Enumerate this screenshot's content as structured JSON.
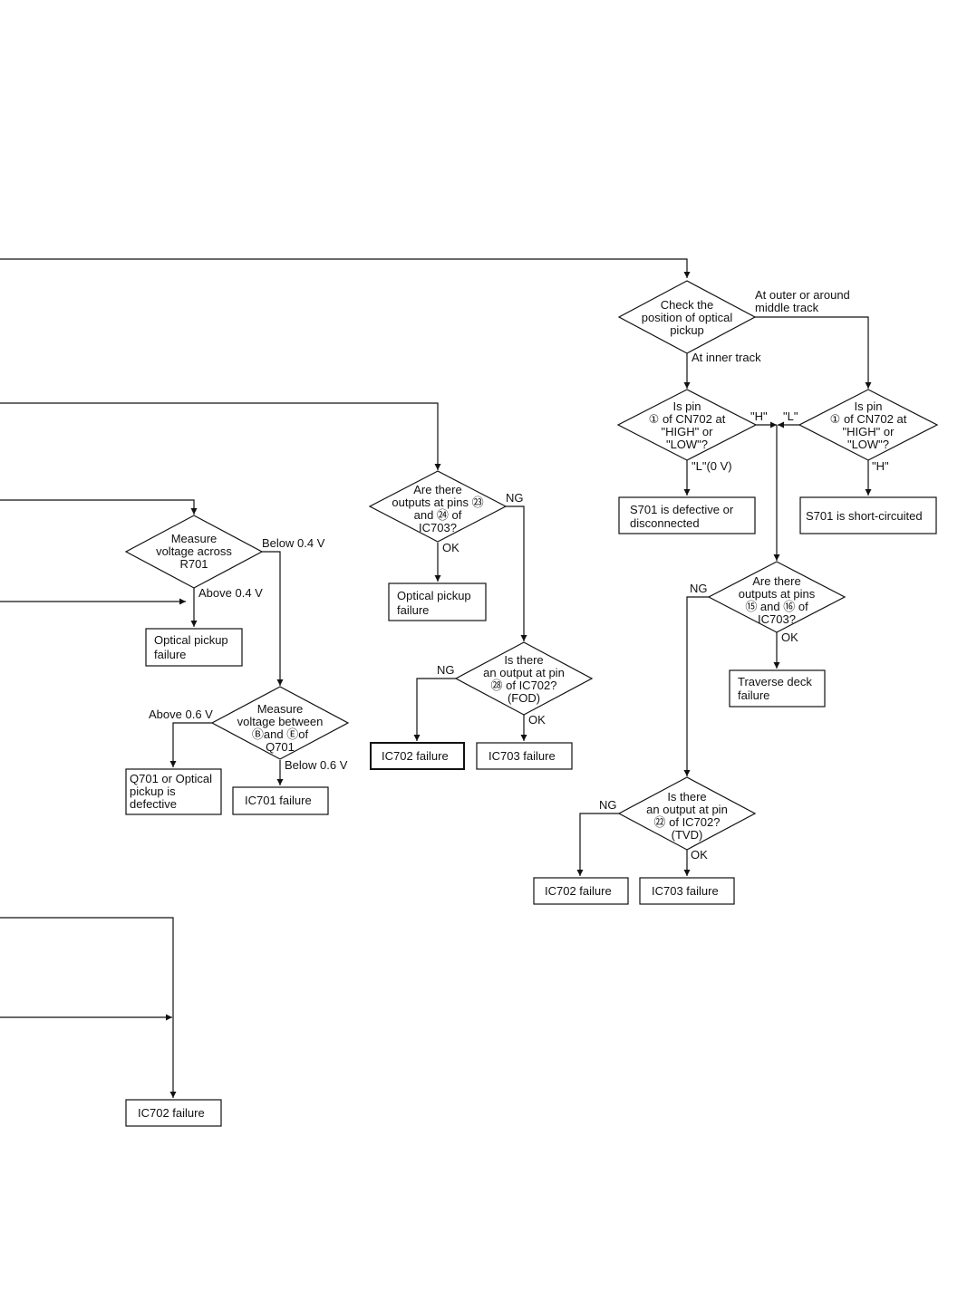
{
  "decisions": {
    "check_position": [
      "Check the",
      "position of optical",
      "pickup"
    ],
    "pin1_left": [
      "Is pin",
      "① of CN702 at",
      "\"HIGH\" or",
      "\"LOW\"?"
    ],
    "pin1_right": [
      "Is pin",
      "① of CN702 at",
      "\"HIGH\" or",
      "\"LOW\"?"
    ],
    "outputs_23_24": [
      "Are there",
      "outputs at pins ㉓",
      "and ㉔ of",
      "IC703?"
    ],
    "measure_r701": [
      "Measure",
      "voltage across",
      "R701"
    ],
    "output_28": [
      "Is there",
      "an output at pin",
      "㉘ of IC702?",
      "(FOD)"
    ],
    "measure_q701": [
      "Measure",
      "voltage between",
      "Ⓑand Ⓔof",
      "Q701"
    ],
    "outputs_15_16": [
      "Are there",
      "outputs at pins",
      "⑮ and ⑯ of",
      "IC703?"
    ],
    "output_22": [
      "Is there",
      "an output at pin",
      "㉒ of IC702?",
      "(TVD)"
    ]
  },
  "results": {
    "s701_defective": [
      "S701 is defective or",
      "disconnected"
    ],
    "s701_short": [
      "S701 is short-circuited"
    ],
    "optical_fail_a": [
      "Optical pickup",
      "failure"
    ],
    "optical_fail_b": [
      "Optical pickup",
      "failure"
    ],
    "ic702_fail_a": [
      "IC702 failure"
    ],
    "ic703_fail_a": [
      "IC703 failure"
    ],
    "q701_defective": [
      "Q701 or Optical",
      "pickup is",
      "defective"
    ],
    "ic701_fail": [
      "IC701 failure"
    ],
    "traverse_fail": [
      "Traverse deck",
      "failure"
    ],
    "ic702_fail_b": [
      "IC702 failure"
    ],
    "ic703_fail_b": [
      "IC703 failure"
    ],
    "ic702_fail_c": [
      "IC702 failure"
    ]
  },
  "labels": {
    "outer_track": [
      "At outer or around",
      "middle track"
    ],
    "inner_track": "At inner track",
    "h_left": "\"H\"",
    "l_right": "\"L\"",
    "l_0v": "\"L\"(0 V)",
    "h_right": "\"H\"",
    "ng_23_24": "NG",
    "ok_23_24": "OK",
    "below_04": "Below 0.4 V",
    "above_04": "Above 0.4 V",
    "ng_28": "NG",
    "ok_28": "OK",
    "above_06": "Above 0.6 V",
    "below_06": "Below 0.6 V",
    "ng_15_16": "NG",
    "ok_15_16": "OK",
    "ng_22": "NG",
    "ok_22": "OK"
  }
}
